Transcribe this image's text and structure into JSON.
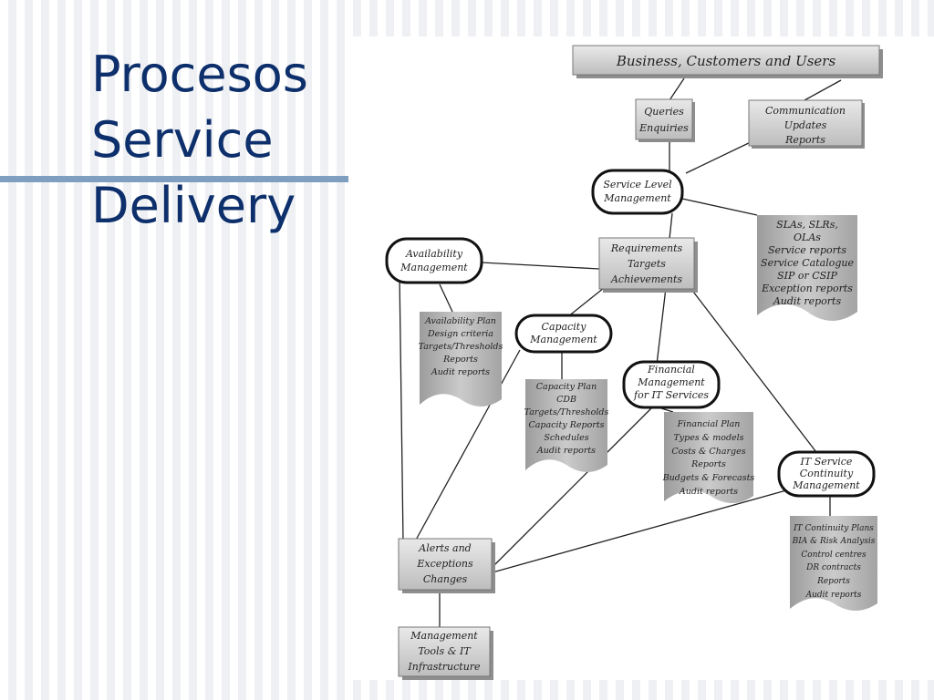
{
  "title": {
    "line1": "Procesos",
    "line2": "Service",
    "line3": "Delivery"
  },
  "diagram": {
    "top": "Business, Customers and Users",
    "queries": [
      "Queries",
      "Enquiries"
    ],
    "communication": [
      "Communication",
      "Updates",
      "Reports"
    ],
    "slm": [
      "Service Level",
      "Management"
    ],
    "sla_doc": [
      "SLAs, SLRs,",
      "OLAs",
      "Service reports",
      "Service Catalogue",
      "SIP or CSIP",
      "Exception reports",
      "Audit reports"
    ],
    "requirements": [
      "Requirements",
      "Targets",
      "Achievements"
    ],
    "availability": [
      "Availability",
      "Management"
    ],
    "availability_doc": [
      "Availability Plan",
      "Design criteria",
      "Targets/Thresholds",
      "Reports",
      "Audit reports"
    ],
    "capacity": [
      "Capacity",
      "Management"
    ],
    "capacity_doc": [
      "Capacity Plan",
      "CDB",
      "Targets/Thresholds",
      "Capacity Reports",
      "Schedules",
      "Audit reports"
    ],
    "financial": [
      "Financial",
      "Management",
      "for IT Services"
    ],
    "financial_doc": [
      "Financial Plan",
      "Types & models",
      "Costs & Charges",
      "Reports",
      "Budgets & Forecasts",
      "Audit reports"
    ],
    "itscm": [
      "IT Service",
      "Continuity",
      "Management"
    ],
    "itscm_doc": [
      "IT Continuity Plans",
      "BIA & Risk Analysis",
      "Control centres",
      "DR contracts",
      "Reports",
      "Audit reports"
    ],
    "alerts": [
      "Alerts and",
      "Exceptions",
      "Changes"
    ],
    "tools": [
      "Management",
      "Tools & IT",
      "Infrastructure"
    ]
  }
}
